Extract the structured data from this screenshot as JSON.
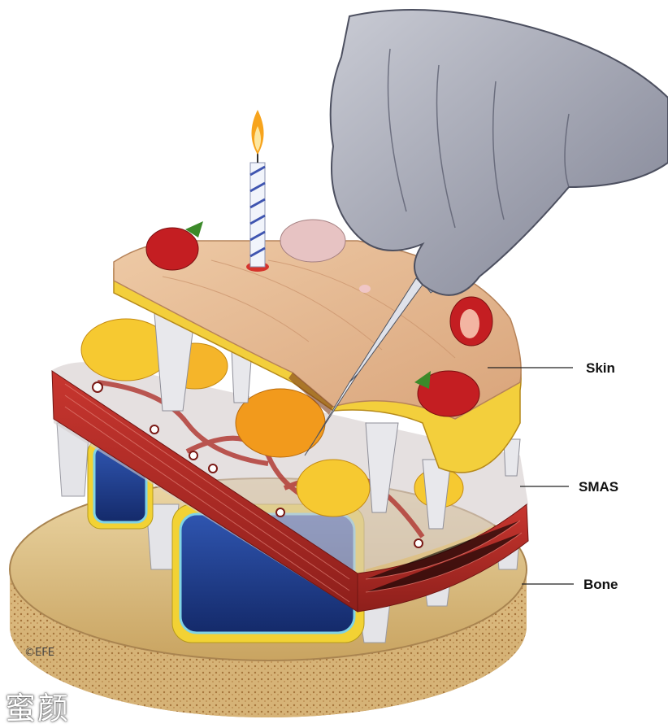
{
  "labels": {
    "skin": "Skin",
    "smas": "SMAS",
    "bone": "Bone"
  },
  "credit": "©EFE",
  "watermark": "蜜颜",
  "colors": {
    "skin": "#e9b891",
    "fat": "#f6c931",
    "fat_orange": "#f29a1c",
    "smas_muscle": "#b72a25",
    "smas_membrane": "#d9d2cf",
    "bone": "#ddc08a",
    "cavity": "#1e3b8c",
    "glove": "#9a9dab",
    "strawberry": "#c41e22",
    "candle_flame": "#f7a41d"
  },
  "icons": [
    "glove-hand-icon",
    "scalpel-icon",
    "candle-icon",
    "strawberry-icon"
  ]
}
